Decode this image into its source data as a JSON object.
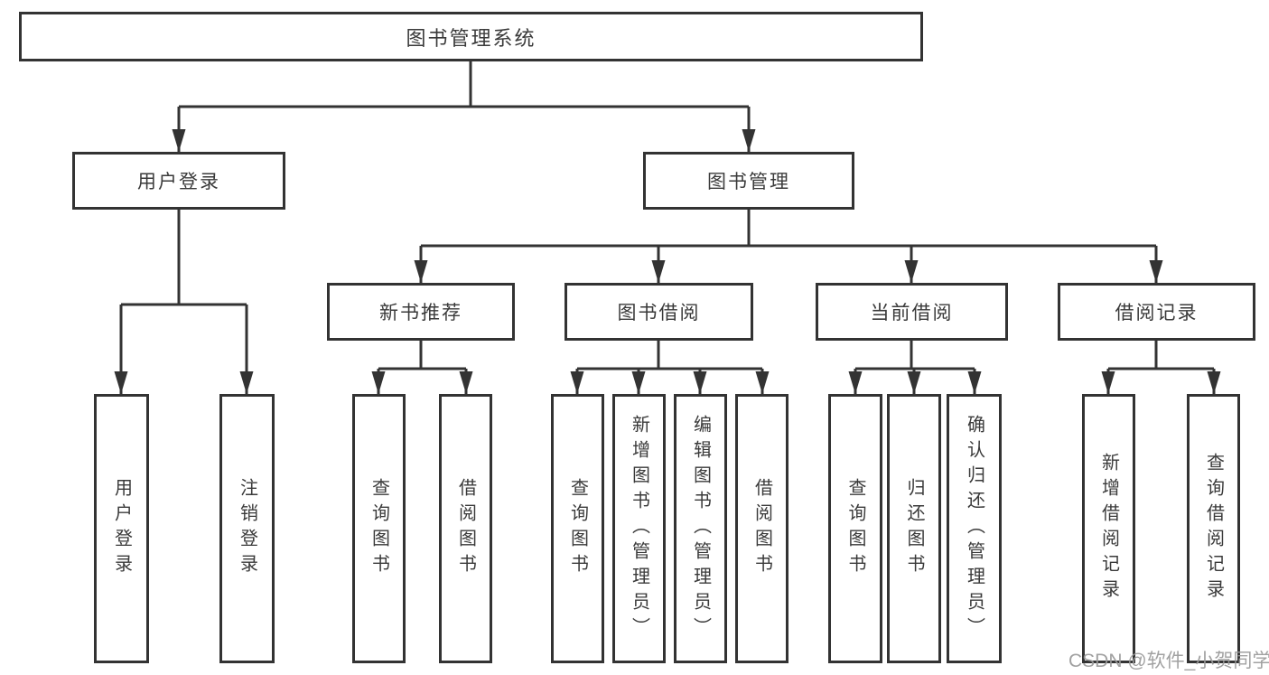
{
  "diagram": {
    "root_label": "图书管理系统",
    "level1": [
      {
        "label": "用户登录"
      },
      {
        "label": "图书管理"
      }
    ],
    "level2": [
      {
        "label": "新书推荐"
      },
      {
        "label": "图书借阅"
      },
      {
        "label": "当前借阅"
      },
      {
        "label": "借阅记录"
      }
    ],
    "leaves": {
      "user_login": [
        "用户登录",
        "注销登录"
      ],
      "new_book": [
        "查询图书",
        "借阅图书"
      ],
      "book_borrow": [
        "查询图书",
        "新增图书（管理员）",
        "编辑图书（管理员）",
        "借阅图书"
      ],
      "current_borrow": [
        "查询图书",
        "归还图书",
        "确认归还（管理员）"
      ],
      "borrow_record": [
        "新增借阅记录",
        "查询借阅记录"
      ]
    },
    "watermark": "CSDN @软件_小贺同学",
    "colors": {
      "line": "#333333",
      "box_border": "#333333",
      "box_fill": "#ffffff",
      "text": "#3a3a3a",
      "watermark": "#999999",
      "background": "#ffffff"
    }
  }
}
